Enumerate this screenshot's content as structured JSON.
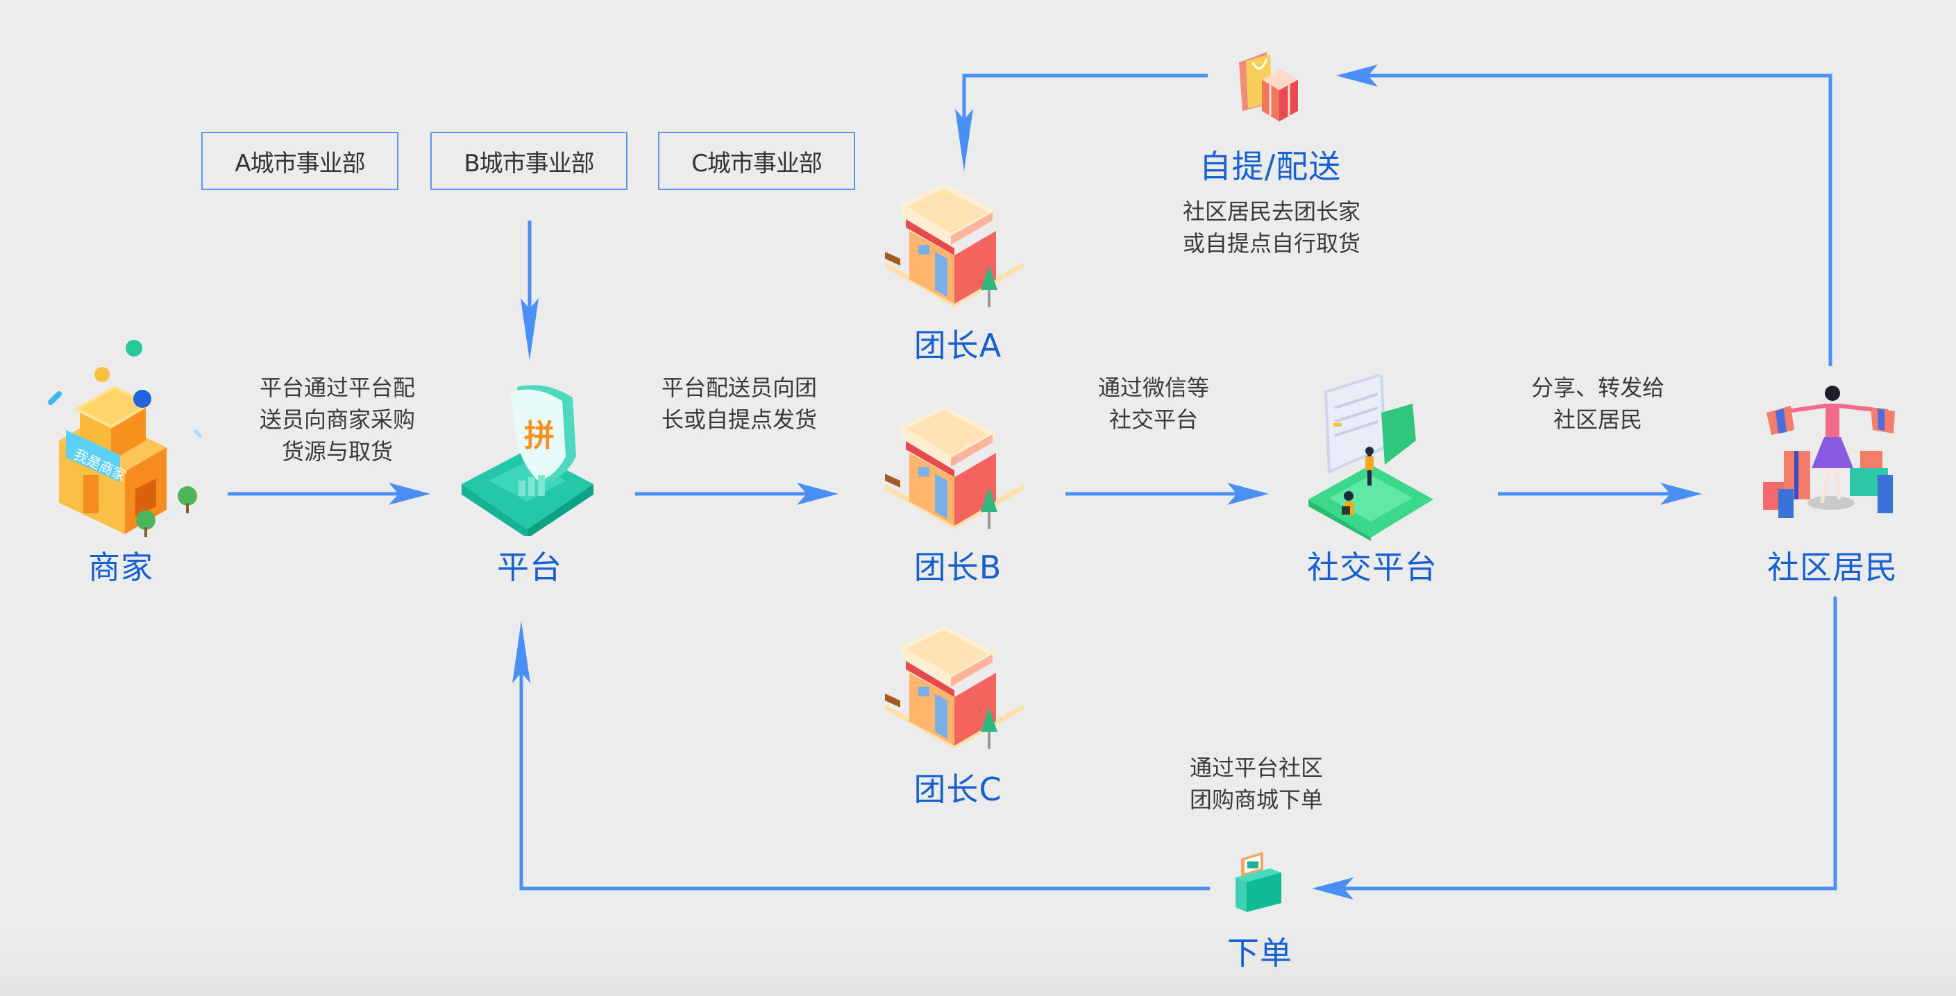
{
  "colors": {
    "background": "#ececec",
    "flow_line": "#4a8ff5",
    "node_label": "#1660cf",
    "description_text": "#3a3a3a",
    "dept_border": "#5a97f2"
  },
  "departments": [
    {
      "label": "A城市事业部"
    },
    {
      "label": "B城市事业部"
    },
    {
      "label": "C城市事业部"
    }
  ],
  "nodes": {
    "merchant": {
      "label": "商家",
      "icon": "merchant-building-icon",
      "sign_text": "我是商家"
    },
    "platform": {
      "label": "平台",
      "icon": "platform-shield-icon",
      "shield_glyph": "拼"
    },
    "leader_a": {
      "label": "团长A",
      "icon": "shop-icon"
    },
    "leader_b": {
      "label": "团长B",
      "icon": "shop-icon"
    },
    "leader_c": {
      "label": "团长C",
      "icon": "shop-icon"
    },
    "social": {
      "label": "社交平台",
      "icon": "social-platform-icon"
    },
    "residents": {
      "label": "社区居民",
      "icon": "shopper-with-gifts-icon"
    },
    "pickup": {
      "label": "自提/配送",
      "icon": "shopping-bag-gift-icon"
    },
    "order": {
      "label": "下单",
      "icon": "order-kiosk-icon"
    }
  },
  "edges": {
    "merchant_to_platform": {
      "lines": [
        "平台通过平台配",
        "送员向商家采购",
        "货源与取货"
      ]
    },
    "platform_to_leaders": {
      "lines": [
        "平台配送员向团",
        "长或自提点发货"
      ]
    },
    "leaders_to_social": {
      "lines": [
        "通过微信等",
        "社交平台"
      ]
    },
    "social_to_residents": {
      "lines": [
        "分享、转发给",
        "社区居民"
      ]
    },
    "pickup_note": {
      "lines": [
        "社区居民去团长家",
        "或自提点自行取货"
      ]
    },
    "order_note": {
      "lines": [
        "通过平台社区",
        "团购商城下单"
      ]
    }
  }
}
